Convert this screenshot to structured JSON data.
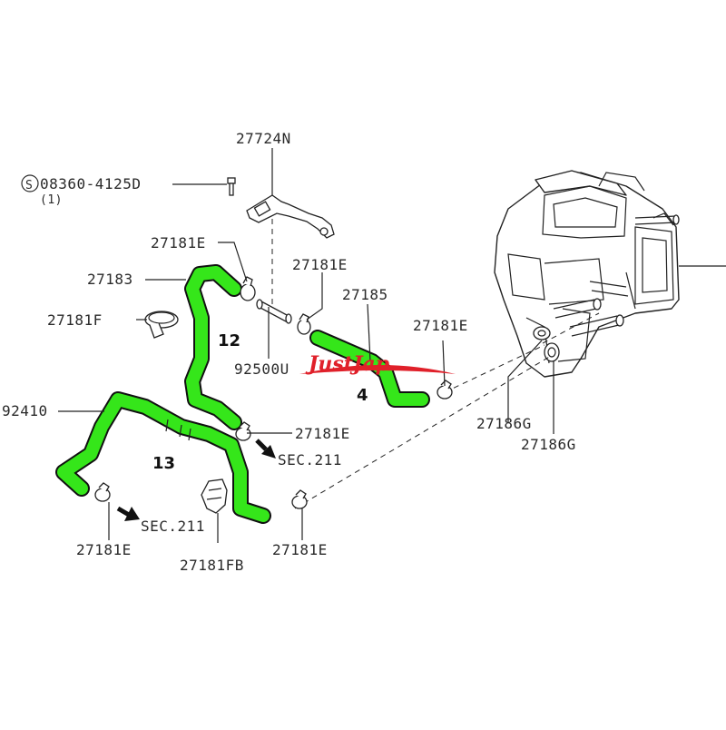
{
  "labels": {
    "p27724n": "27724N",
    "p08360": "08360-4125D",
    "p08360_sym": "S",
    "p08360_qty": "(1)",
    "p27181e_1": "27181E",
    "p27181e_2": "27181E",
    "p27181e_3": "27181E",
    "p27181e_4": "27181E",
    "p27181e_5": "27181E",
    "p27181e_6": "27181E",
    "p27183": "27183",
    "p27181f": "27181F",
    "p27185": "27185",
    "p92500u": "92500U",
    "p92410": "92410",
    "p27186g_1": "27186G",
    "p27186g_2": "27186G",
    "p27181fb": "27181FB",
    "sec_1": "SEC.211",
    "sec_2": "SEC.211"
  },
  "callouts": {
    "c12": "12",
    "c4": "4",
    "c13": "13"
  },
  "watermark": "JustJap",
  "colors": {
    "hose_highlight": "#35e61a",
    "line": "#222222",
    "watermark": "#e0202a"
  }
}
